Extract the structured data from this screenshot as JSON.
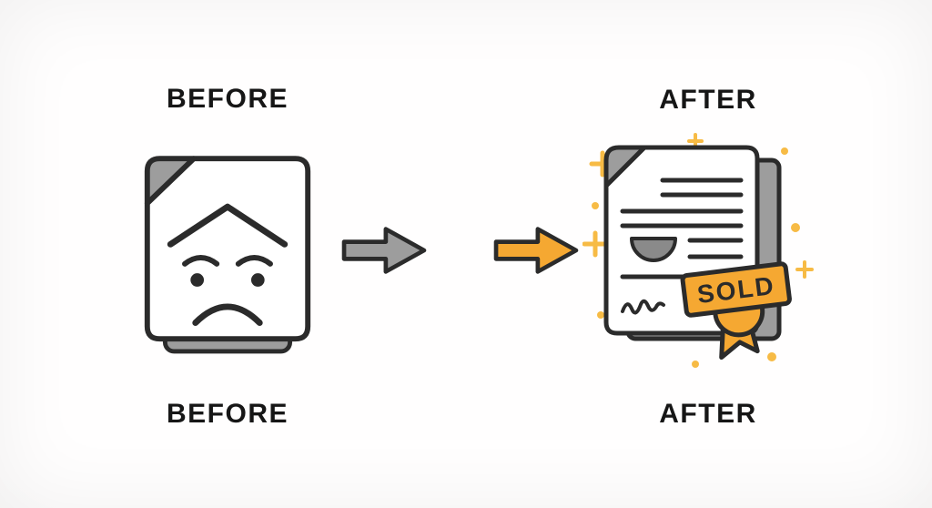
{
  "scene": {
    "left_top_label": "BEFORE",
    "left_bottom_label": "BEFORE",
    "right_top_label": "AFTER",
    "right_bottom_label": "AFTER"
  },
  "badge": {
    "label": "SOLD"
  },
  "icons": {
    "left_illustration": "sad-document-icon",
    "right_illustration": "sold-document-icon",
    "middle_left": "arrow-right-gray-icon",
    "middle_right": "arrow-right-orange-icon",
    "badge": "sold-ribbon-icon",
    "decorations": "sparkle-icon"
  },
  "colors": {
    "outline": "#2b2b2b",
    "gray": "#9d9d9d",
    "page": "#ffffff",
    "orange": "#f5a832",
    "sparkle": "#f7bb45",
    "bowl": "#8a8a8a",
    "text": "#161616"
  }
}
